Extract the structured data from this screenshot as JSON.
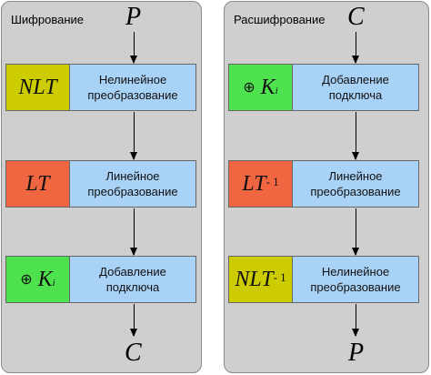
{
  "colors": {
    "yellow": "#cccc00",
    "orange": "#f06641",
    "green": "#4fe24f",
    "blue": "#a9d2f7",
    "panel": "#cfcfcf"
  },
  "encryption": {
    "title": "Шифрование",
    "input": "P",
    "output": "C",
    "stages": [
      {
        "op": "NLT",
        "text": "Нелинейное преобразование",
        "color": "yellow"
      },
      {
        "op": "LT",
        "text": "Линейное преобразование",
        "color": "orange"
      },
      {
        "op_symbol": "⊕",
        "op": "K",
        "op_sub": "i",
        "text": "Добавление подключа",
        "color": "green"
      }
    ]
  },
  "decryption": {
    "title": "Расшифрование",
    "input": "C",
    "output": "P",
    "stages": [
      {
        "op_symbol": "⊕",
        "op": "K",
        "op_sub": "i",
        "text": "Добавление подключа",
        "color": "green"
      },
      {
        "op": "LT",
        "op_sup": "- 1",
        "text": "Линейное преобразование",
        "color": "orange"
      },
      {
        "op": "NLT",
        "op_sup": "- 1",
        "text": "Нелинейное преобразование",
        "color": "yellow"
      }
    ]
  }
}
